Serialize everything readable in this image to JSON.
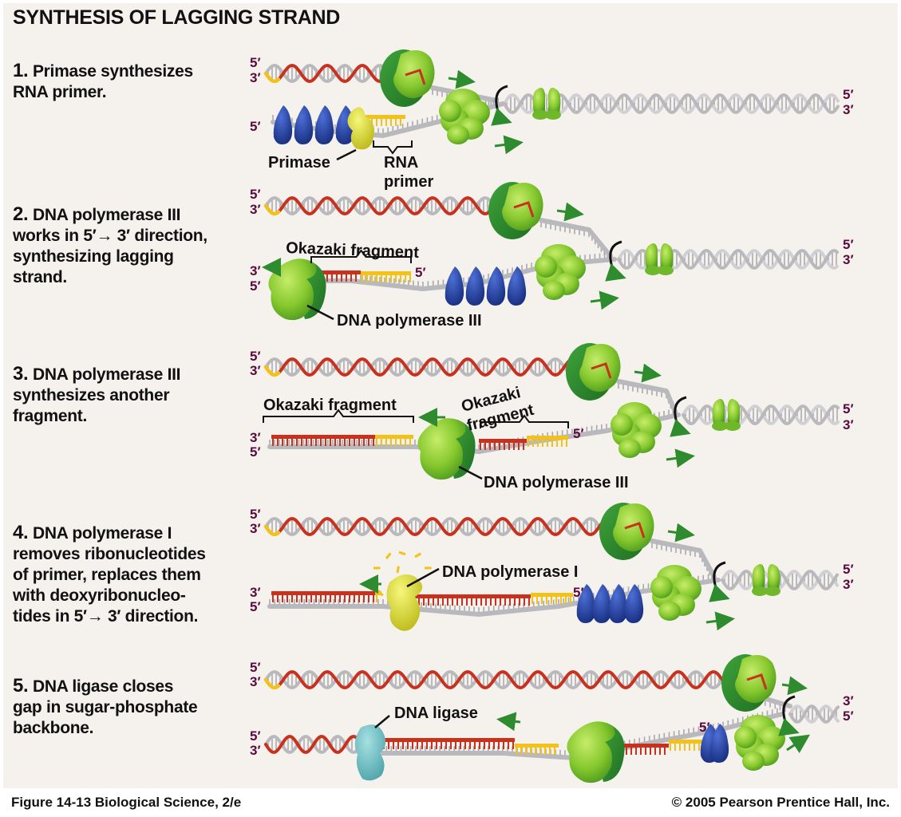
{
  "title": "SYNTHESIS OF LAGGING STRAND",
  "colors": {
    "background": "#f5f2ee",
    "dna_parent": "#b9b9bd",
    "dna_new": "#c8311e",
    "rna_primer": "#f2c21a",
    "polymerase_dark": "#2e8b2e",
    "polymerase_light": "#7cc42c",
    "ssb_blue": "#1f3c9a",
    "primase_yellow": "#e6e62a",
    "ligase_teal": "#6fc0c4",
    "end_label": "#5a0a3a",
    "arrow_green": "#2e8b2e"
  },
  "steps": [
    {
      "number": "1.",
      "text": "Primase synthesizes RNA primer.",
      "lines": [
        "Primase synthesizes",
        "RNA primer."
      ],
      "labels": {
        "primase": "Primase",
        "rna_primer_1": "RNA",
        "rna_primer_2": "primer"
      },
      "ends": {
        "top_left_5": "5′",
        "top_left_3": "3′",
        "bottom_left_5": "5′",
        "right_5": "5′",
        "right_3": "3′"
      }
    },
    {
      "number": "2.",
      "text": "DNA polymerase III works in 5′→3′ direction, synthesizing lagging strand.",
      "lines": [
        "DNA polymerase III",
        "works in 5′→ 3′ direction,",
        "synthesizing lagging",
        "strand."
      ],
      "labels": {
        "okazaki": "Okazaki fragment",
        "polymerase": "DNA polymerase III",
        "frag_5": "5′"
      },
      "ends": {
        "top_left_5": "5′",
        "top_left_3": "3′",
        "bottom_left_3": "3′",
        "bottom_left_5": "5′",
        "right_5": "5′",
        "right_3": "3′"
      }
    },
    {
      "number": "3.",
      "text": "DNA polymerase III synthesizes another fragment.",
      "lines": [
        "DNA polymerase III",
        "synthesizes another",
        "fragment."
      ],
      "labels": {
        "okazaki_1": "Okazaki fragment",
        "okazaki_2a": "Okazaki",
        "okazaki_2b": "fragment",
        "polymerase": "DNA polymerase III",
        "frag_5": "5′"
      },
      "ends": {
        "top_left_5": "5′",
        "top_left_3": "3′",
        "bottom_left_3": "3′",
        "bottom_left_5": "5′",
        "right_5": "5′",
        "right_3": "3′"
      }
    },
    {
      "number": "4.",
      "text": "DNA polymerase I removes ribonucleotides of primer, replaces them with deoxyribonucleotides in 5′→3′ direction.",
      "lines": [
        "DNA polymerase I",
        "removes ribonucleotides",
        "of primer, replaces them",
        "with deoxyribonucleo-",
        "tides in 5′→ 3′ direction."
      ],
      "labels": {
        "polymerase_i": "DNA polymerase I",
        "frag_5": "5′"
      },
      "ends": {
        "top_left_5": "5′",
        "top_left_3": "3′",
        "bottom_left_3": "3′",
        "bottom_left_5": "5′",
        "right_5": "5′",
        "right_3": "3′"
      }
    },
    {
      "number": "5.",
      "text": "DNA ligase closes gap in sugar-phosphate backbone.",
      "lines": [
        "DNA ligase closes",
        "gap in sugar-phosphate",
        "backbone."
      ],
      "labels": {
        "ligase": "DNA ligase",
        "frag_5": "5′"
      },
      "ends": {
        "top_left_5": "5′",
        "top_left_3": "3′",
        "bottom_left_5": "5′",
        "bottom_left_3": "3′",
        "right_3": "3′",
        "right_5": "5′"
      }
    }
  ],
  "footer": {
    "figure": "Figure 14-13   Biological Science, 2/e",
    "copyright": "© 2005 Pearson Prentice Hall, Inc."
  }
}
